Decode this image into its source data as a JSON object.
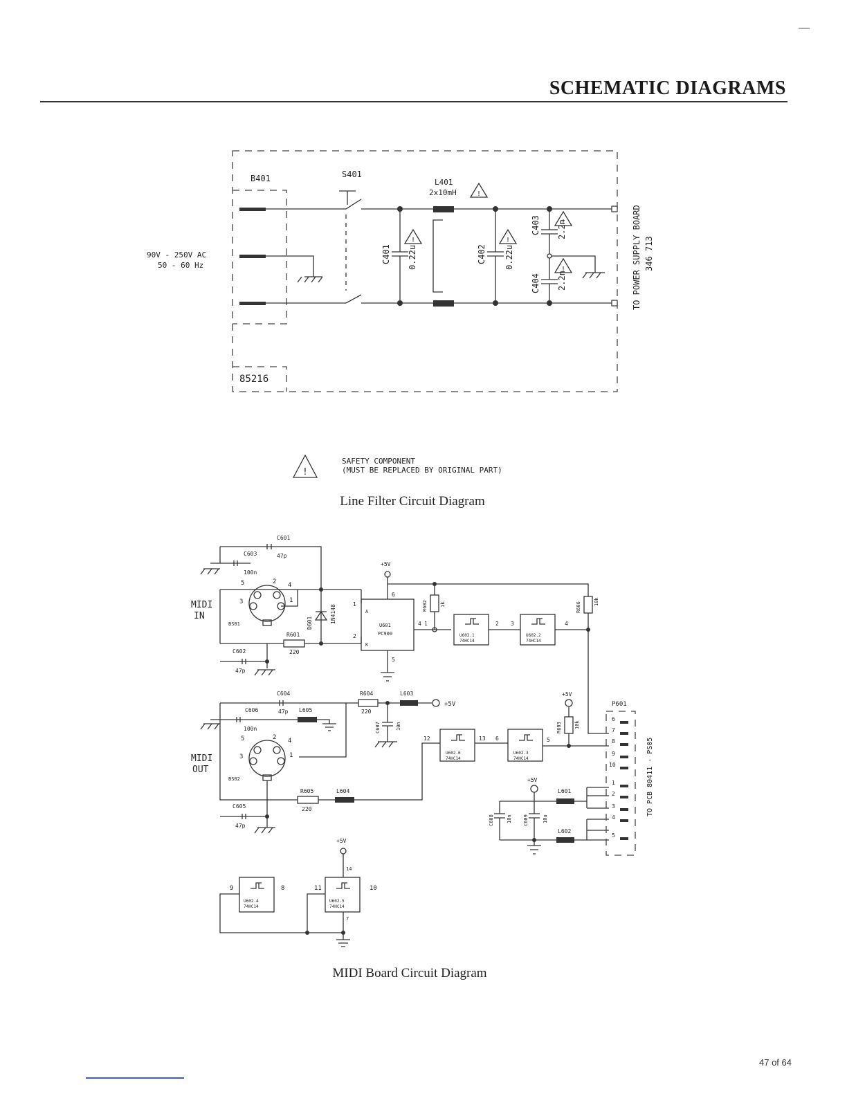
{
  "header": {
    "title": "SCHEMATIC DIAGRAMS"
  },
  "line_filter": {
    "caption": "Line Filter Circuit Diagram",
    "input_voltage": "90V - 250V  AC",
    "input_freq": "50 - 60 Hz",
    "connector": "B401",
    "switch": "S401",
    "inductor_ref": "L401",
    "inductor_val": "2x10mH",
    "c401": "C401",
    "c401_val": "0.22u",
    "c402": "C402",
    "c402_val": "0.22u",
    "c403": "C403",
    "c403_val": "2.2n",
    "c404": "C404",
    "c404_val": "2.2n",
    "module": "85216",
    "output_line1": "TO POWER SUPPLY BOARD",
    "output_line2": "346 713"
  },
  "safety": {
    "line1": "SAFETY COMPONENT",
    "line2": "(MUST BE REPLACED BY ORIGINAL PART)"
  },
  "midi": {
    "caption": "MIDI Board Circuit Diagram",
    "midi_in": [
      "MIDI",
      "IN"
    ],
    "midi_out": [
      "MIDI",
      "OUT"
    ],
    "parts": {
      "c601": "C601",
      "c601_val": "47p",
      "c603": "C603",
      "c603_val": "100n",
      "c602": "C602",
      "c602_val": "47p",
      "bs01": "BS01",
      "d601": "D601",
      "d601_type": "1N4148",
      "r601": "R601",
      "r601_val": "220",
      "u601": "U601",
      "u601_type": "PC900",
      "r602": "R602",
      "r602_val": "1k",
      "r606": "R606",
      "r606_val": "10k",
      "u602_1": "U602.1",
      "u602_2": "U602.2",
      "hc14": "74HC14",
      "c604": "C604",
      "c604_val": "47p",
      "c606": "C606",
      "c606_val": "100n",
      "l605": "L605",
      "bs02": "BS02",
      "c605": "C605",
      "c605_val": "47p",
      "r604": "R604",
      "r604_val": "220",
      "l603": "L603",
      "c607": "C607",
      "c607_val": "10n",
      "u602_6": "U602.6",
      "u602_3": "U602.3",
      "r605": "R605",
      "r605_val": "220",
      "l604": "L604",
      "r603": "R603",
      "r603_val": "10k",
      "p601": "P601",
      "l601": "L601",
      "l602": "L602",
      "c608": "C608",
      "c608_val": "10n",
      "c609": "C609",
      "c609_val": "10u",
      "u602_4": "U602.4",
      "u602_5": "U602.5",
      "vcc": "+5V",
      "to_pcb": "TO PCB 80411 - PS05"
    },
    "pins": {
      "din_in": [
        "5",
        "2",
        "4",
        "3",
        "1"
      ],
      "u601": [
        "A",
        "K",
        "6",
        "5",
        "4",
        "1",
        "2"
      ],
      "p601": [
        "6",
        "7",
        "8",
        "9",
        "10",
        "1",
        "2",
        "3",
        "4",
        "5"
      ],
      "gates": [
        "1",
        "2",
        "3",
        "4",
        "12",
        "13",
        "6",
        "5",
        "9",
        "8",
        "11",
        "10",
        "14",
        "7"
      ]
    }
  },
  "footer": {
    "page": "47 of 64"
  }
}
